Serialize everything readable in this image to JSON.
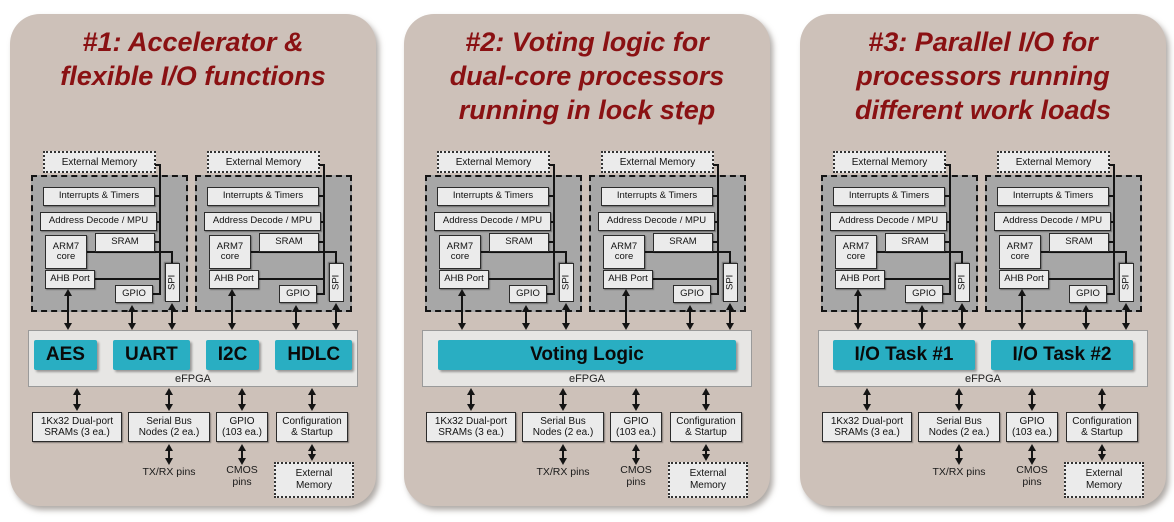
{
  "colors": {
    "panel_bg": "#cdc1b9",
    "title_red": "#8a1113",
    "block_gray": "#a7a7a7",
    "box_bg": "#ebebeb",
    "teal": "#29aec2",
    "efpga_bg": "#e7e6e4",
    "line": "#141414"
  },
  "processor_block": {
    "external_memory": "External Memory",
    "interrupts": "Interrupts & Timers",
    "address_decode": "Address Decode / MPU",
    "arm7": "ARM7\ncore",
    "sram": "SRAM",
    "ahb": "AHB Port",
    "gpio": "GPIO",
    "spi": "SPI"
  },
  "efpga_label": "eFPGA",
  "io_row": {
    "boxes": [
      "1Kx32 Dual-port\nSRAMs (3 ea.)",
      "Serial Bus\nNodes (2 ea.)",
      "GPIO\n(103 ea.)",
      "Configuration\n& Startup"
    ],
    "txrx_pins": "TX/RX pins",
    "cmos_pins": "CMOS\npins",
    "external_memory": "External\nMemory"
  },
  "panels": [
    {
      "title": "#1:  Accelerator &\nflexible I/O functions",
      "efpga_blocks": [
        "AES",
        "UART",
        "I2C",
        "HDLC"
      ]
    },
    {
      "title": "#2:  Voting logic for\ndual-core processors\nrunning in lock step",
      "efpga_blocks": [
        "Voting Logic"
      ]
    },
    {
      "title": "#3:  Parallel I/O for\nprocessors running\ndifferent work loads",
      "efpga_blocks": [
        "I/O Task #1",
        "I/O Task #2"
      ]
    }
  ]
}
